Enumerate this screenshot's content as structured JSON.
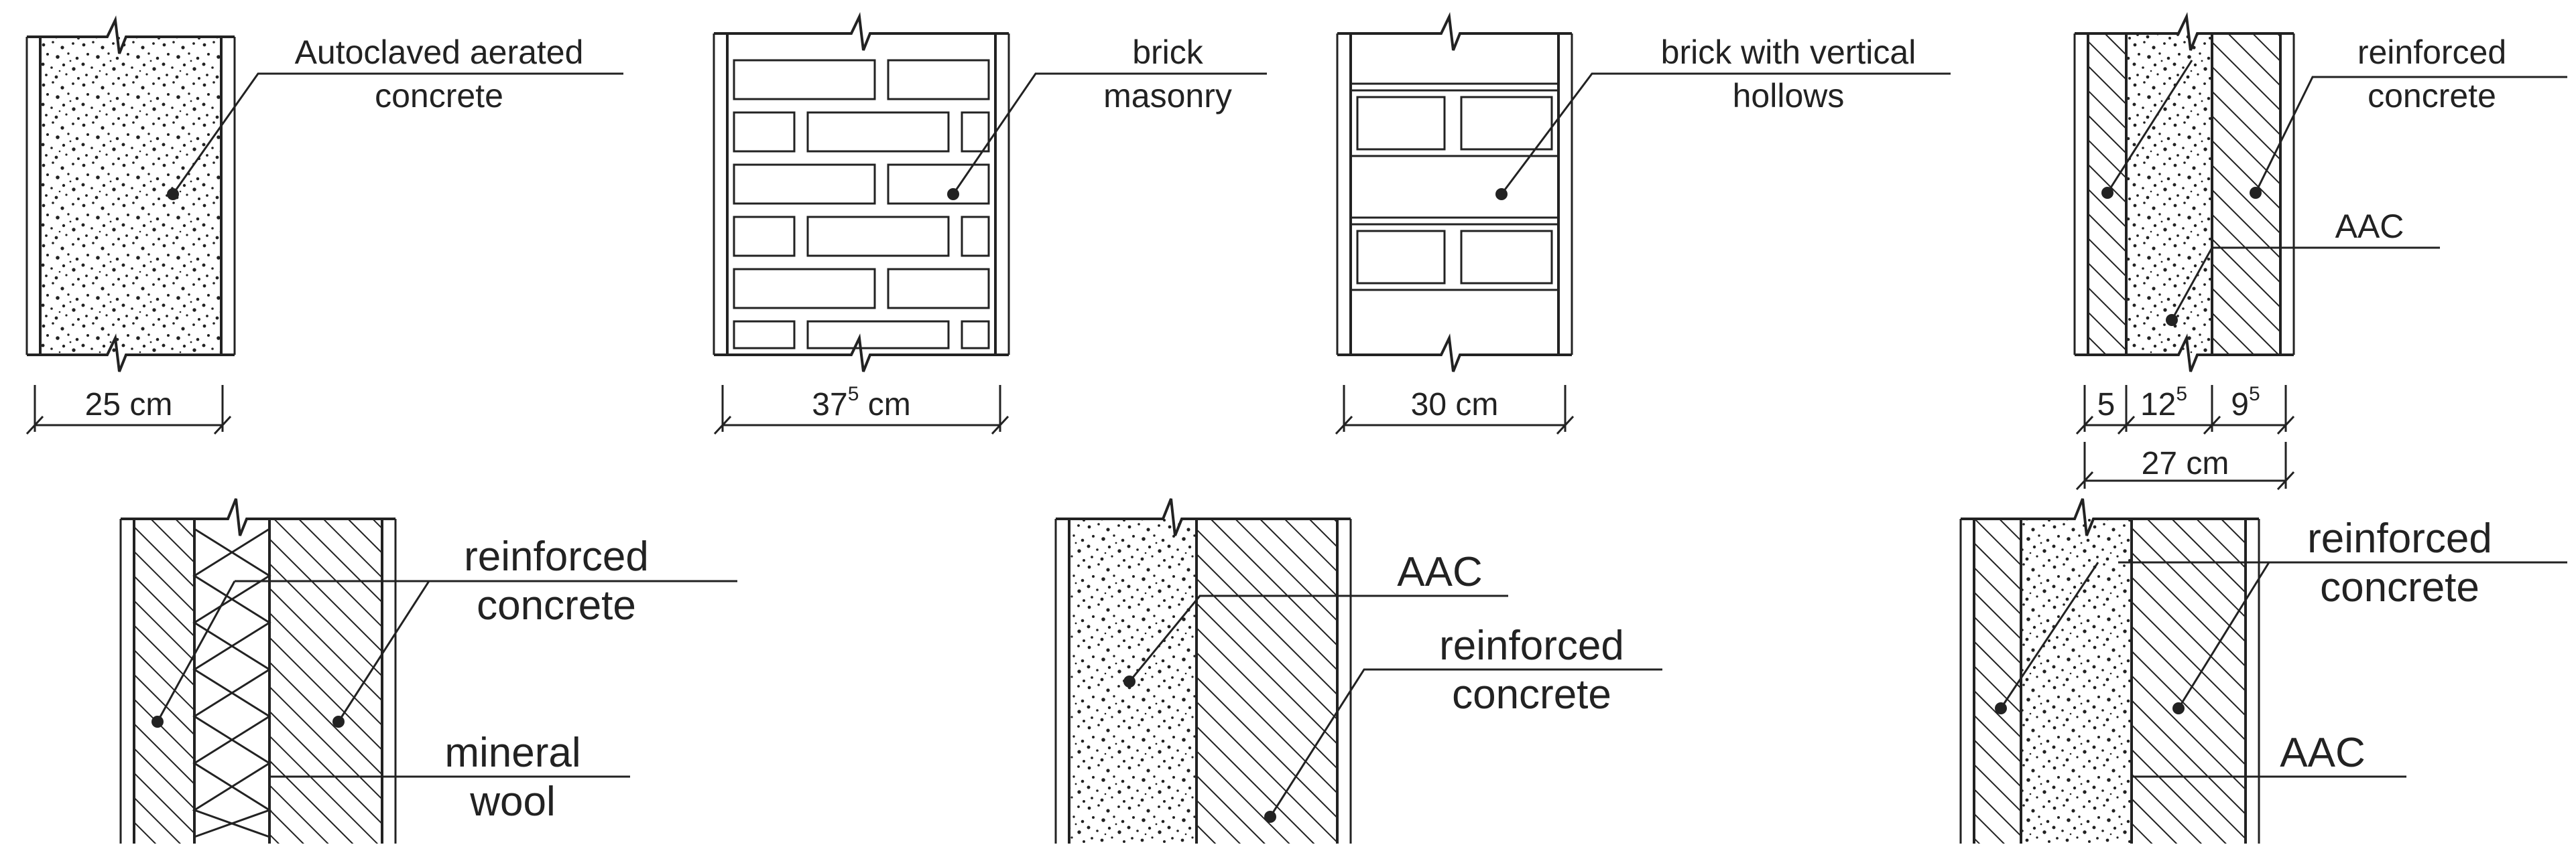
{
  "colors": {
    "ink": "#222222",
    "paper": "#ffffff"
  },
  "top_row": {
    "aac_wall": {
      "label_line1": "Autoclaved aerated",
      "label_line2": "concrete",
      "thickness": "25 cm"
    },
    "brick_wall": {
      "label_line1": "brick",
      "label_line2": "masonry",
      "thickness_main": "37",
      "thickness_sup": "5",
      "thickness_unit": " cm"
    },
    "hollow_brick_wall": {
      "label_line1": "brick with vertical",
      "label_line2": "hollows",
      "thickness": "30 cm"
    },
    "sandwich_wall": {
      "label_rc_line1": "reinforced",
      "label_rc_line2": "concrete",
      "label_aac": "AAC",
      "dim_a": "5",
      "dim_b_main": "12",
      "dim_b_sup": "5",
      "dim_c_main": "9",
      "dim_c_sup": "5",
      "total": "27 cm"
    }
  },
  "bottom_row": {
    "wool_wall": {
      "label_rc_line1": "reinforced",
      "label_rc_line2": "concrete",
      "label_wool_line1": "mineral",
      "label_wool_line2": "wool"
    },
    "aac_rc_wall": {
      "label_aac": "AAC",
      "label_rc_line1": "reinforced",
      "label_rc_line2": "concrete"
    },
    "rc_aac_rc_wall": {
      "label_rc_line1": "reinforced",
      "label_rc_line2": "concrete",
      "label_aac": "AAC"
    }
  }
}
